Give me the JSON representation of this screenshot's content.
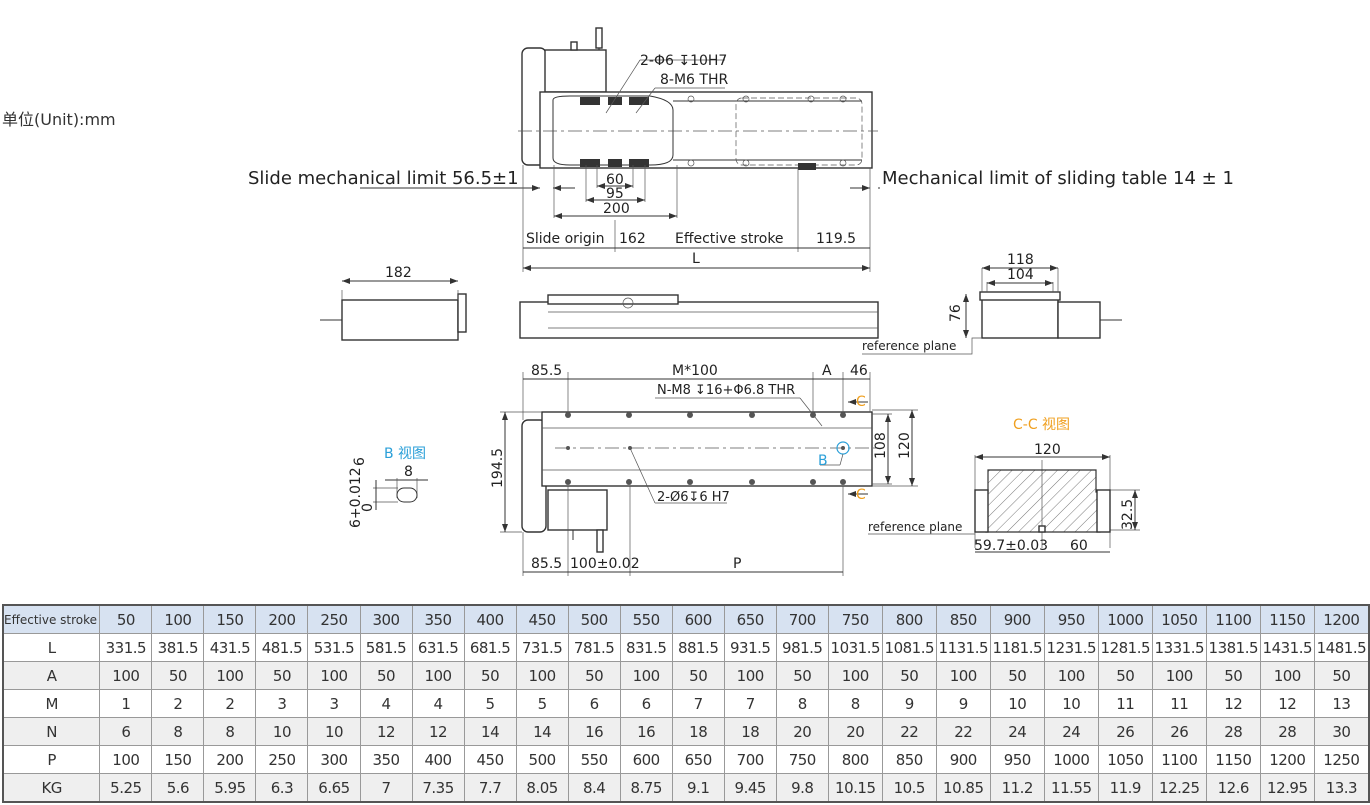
{
  "unit_label": "单位(Unit):mm",
  "top_view": {
    "hole_note_1": "2-Φ6 ↧10H7",
    "hole_note_2": "8-M6 THR",
    "slide_limit": "Slide mechanical limit 56.5±1",
    "table_limit": "Mechanical limit of sliding table 14 ± 1",
    "dim_60": "60",
    "dim_95": "95",
    "dim_200": "200",
    "slide_origin": "Slide origin",
    "dim_162": "162",
    "effective_stroke": "Effective stroke",
    "dim_119_5": "119.5",
    "dim_L": "L"
  },
  "side_views": {
    "dim_182": "182",
    "dim_118": "118",
    "dim_104": "104",
    "dim_76": "76",
    "reference_plane": "reference plane"
  },
  "bottom_view": {
    "dim_85_5_top": "85.5",
    "dim_m100": "M*100",
    "dim_A": "A",
    "dim_46": "46",
    "hole_note_1": "N-M8 ↧16+Φ6.8 THR",
    "hole_note_2": "2-Ø6↧6 H7",
    "section_c_top": "C",
    "section_c_bottom": "C",
    "detail_b": "B",
    "dim_194_5": "194.5",
    "dim_108": "108",
    "dim_120": "120",
    "dim_85_5_bottom": "85.5",
    "dim_100": "100±0.02",
    "dim_P": "P"
  },
  "b_view": {
    "title": "B 视图",
    "dim_8": "8",
    "dim_6": "6",
    "dim_tol": "6+0.012",
    "dim_tol_low": "0"
  },
  "cc_view": {
    "title": "C-C 视图",
    "dim_120": "120",
    "dim_32_5": "32.5",
    "dim_59_7": "59.7±0.03",
    "dim_60": "60",
    "reference_plane": "reference plane"
  },
  "colors": {
    "section_label": "#f0a020",
    "detail_label": "#2a9fd8",
    "table_header": "#d7e2f1"
  },
  "spec_table": {
    "header_label": "Effective stroke",
    "strokes": [
      "50",
      "100",
      "150",
      "200",
      "250",
      "300",
      "350",
      "400",
      "450",
      "500",
      "550",
      "600",
      "650",
      "700",
      "750",
      "800",
      "850",
      "900",
      "950",
      "1000",
      "1050",
      "1100",
      "1150",
      "1200"
    ],
    "rows": [
      {
        "label": "L",
        "values": [
          "331.5",
          "381.5",
          "431.5",
          "481.5",
          "531.5",
          "581.5",
          "631.5",
          "681.5",
          "731.5",
          "781.5",
          "831.5",
          "881.5",
          "931.5",
          "981.5",
          "1031.5",
          "1081.5",
          "1131.5",
          "1181.5",
          "1231.5",
          "1281.5",
          "1331.5",
          "1381.5",
          "1431.5",
          "1481.5"
        ]
      },
      {
        "label": "A",
        "values": [
          "100",
          "50",
          "100",
          "50",
          "100",
          "50",
          "100",
          "50",
          "100",
          "50",
          "100",
          "50",
          "100",
          "50",
          "100",
          "50",
          "100",
          "50",
          "100",
          "50",
          "100",
          "50",
          "100",
          "50"
        ]
      },
      {
        "label": "M",
        "values": [
          "1",
          "2",
          "2",
          "3",
          "3",
          "4",
          "4",
          "5",
          "5",
          "6",
          "6",
          "7",
          "7",
          "8",
          "8",
          "9",
          "9",
          "10",
          "10",
          "11",
          "11",
          "12",
          "12",
          "13"
        ]
      },
      {
        "label": "N",
        "values": [
          "6",
          "8",
          "8",
          "10",
          "10",
          "12",
          "12",
          "14",
          "14",
          "16",
          "16",
          "18",
          "18",
          "20",
          "20",
          "22",
          "22",
          "24",
          "24",
          "26",
          "26",
          "28",
          "28",
          "30"
        ]
      },
      {
        "label": "P",
        "values": [
          "100",
          "150",
          "200",
          "250",
          "300",
          "350",
          "400",
          "450",
          "500",
          "550",
          "600",
          "650",
          "700",
          "750",
          "800",
          "850",
          "900",
          "950",
          "1000",
          "1050",
          "1100",
          "1150",
          "1200",
          "1250"
        ]
      },
      {
        "label": "KG",
        "values": [
          "5.25",
          "5.6",
          "5.95",
          "6.3",
          "6.65",
          "7",
          "7.35",
          "7.7",
          "8.05",
          "8.4",
          "8.75",
          "9.1",
          "9.45",
          "9.8",
          "10.15",
          "10.5",
          "10.85",
          "11.2",
          "11.55",
          "11.9",
          "12.25",
          "12.6",
          "12.95",
          "13.3"
        ]
      }
    ]
  }
}
